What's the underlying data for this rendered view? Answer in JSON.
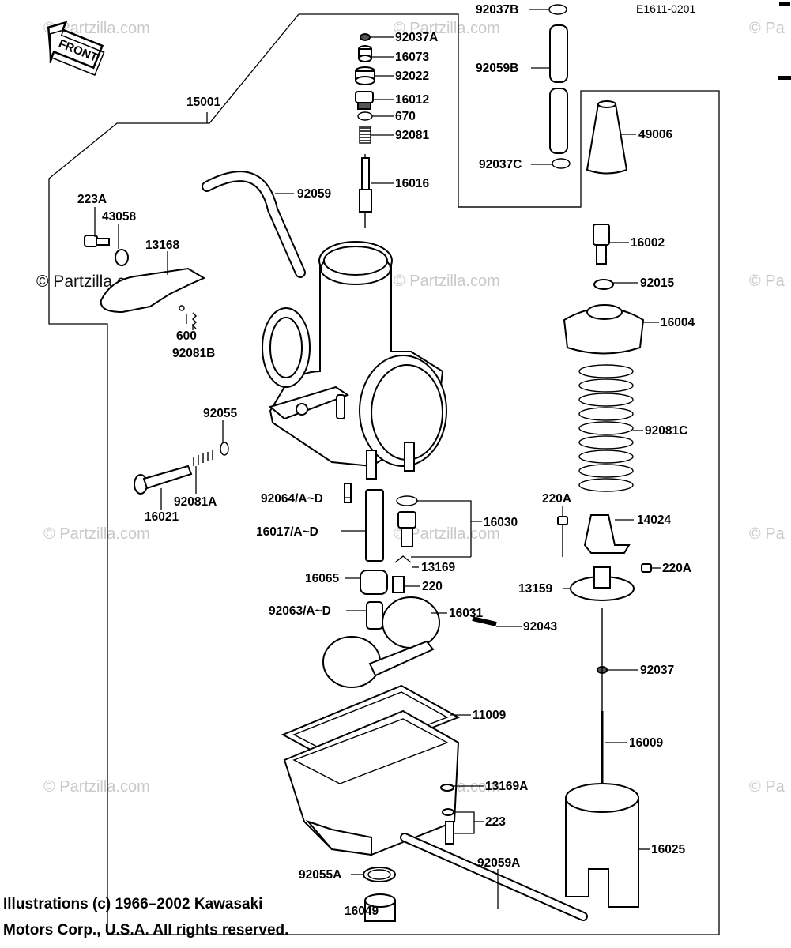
{
  "ref_code": "E1611-0201",
  "front_label": "FRONT",
  "watermark": "© Partzilla.com",
  "watermark_short": "© Pa",
  "copyright_line1": "Illustrations (c) 1966–2002 Kawasaki",
  "copyright_line2": "Motors Corp., U.S.A. All rights reserved.",
  "part_labels": {
    "p92037A": "92037A",
    "p16073": "16073",
    "p92022": "92022",
    "p16012": "16012",
    "p670": "670",
    "p92081": "92081",
    "p16016": "16016",
    "p92059": "92059",
    "p15001": "15001",
    "p223A": "223A",
    "p43058": "43058",
    "p13168": "13168",
    "p600": "600",
    "p92081B": "92081B",
    "p92055": "92055",
    "p16021": "16021",
    "p92081A": "92081A",
    "p92064": "92064/A~D",
    "p16017": "16017/A~D",
    "p16030": "16030",
    "p13169": "13169",
    "p16065": "16065",
    "p220": "220",
    "p92063": "92063/A~D",
    "p16031": "16031",
    "p92043": "92043",
    "p11009": "11009",
    "p13169A": "13169A",
    "p223": "223",
    "p92055A": "92055A",
    "p16049": "16049",
    "p92059A": "92059A",
    "p92037B": "92037B",
    "p92059B": "92059B",
    "p92037C": "92037C",
    "p49006": "49006",
    "p16002": "16002",
    "p92015": "92015",
    "p16004": "16004",
    "p92081C": "92081C",
    "p220A_1": "220A",
    "p14024": "14024",
    "p220A_2": "220A",
    "p13159": "13159",
    "p92037": "92037",
    "p16009": "16009",
    "p16025": "16025"
  }
}
